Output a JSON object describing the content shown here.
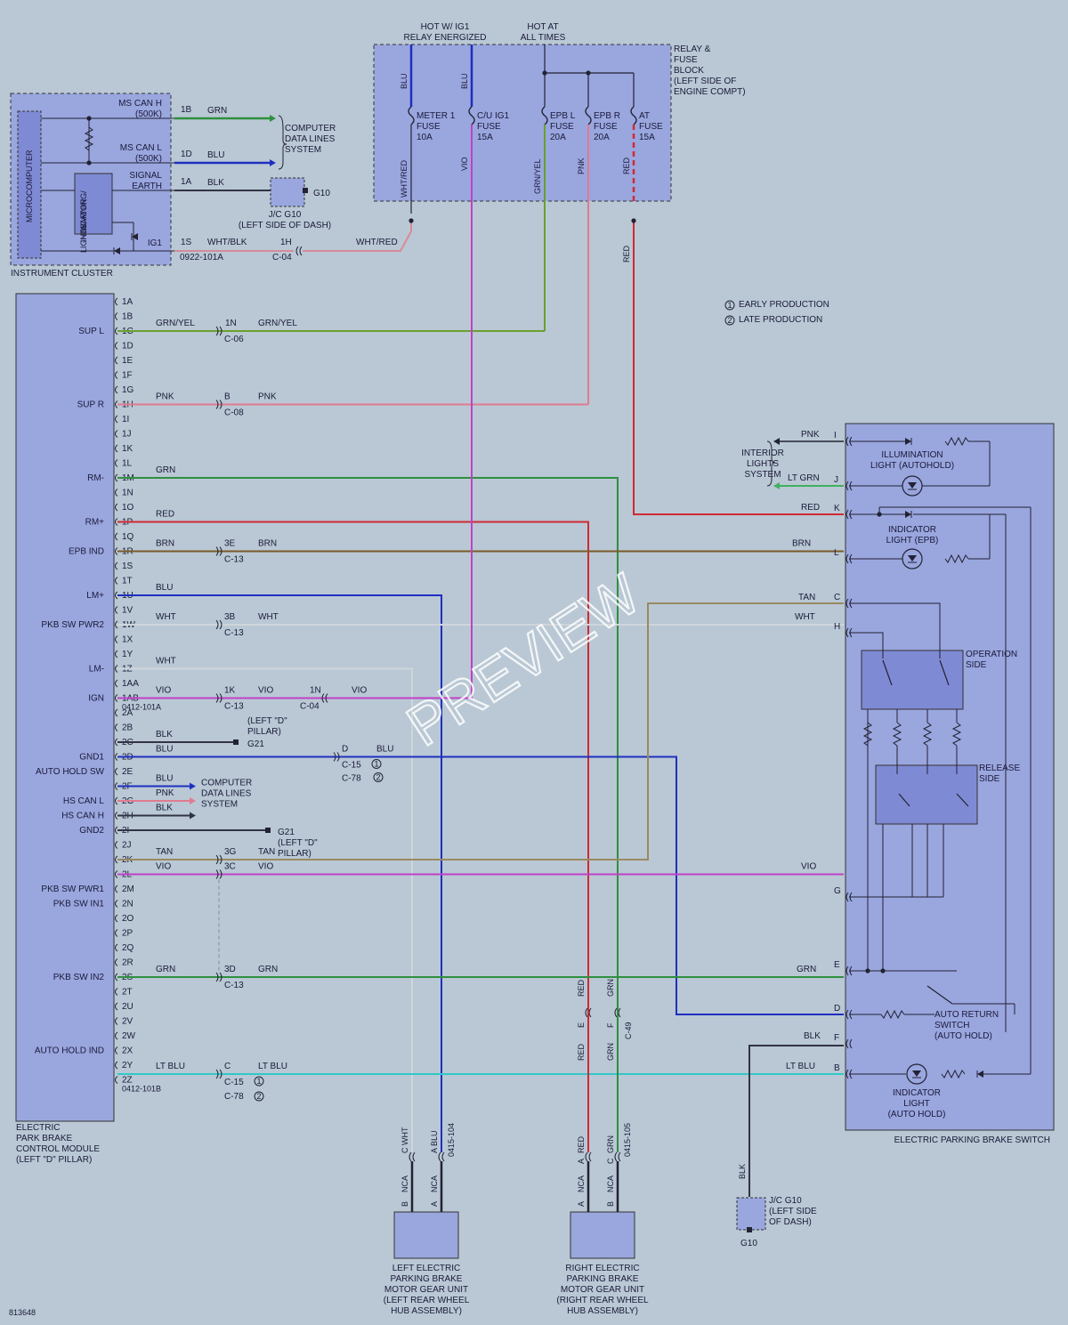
{
  "top_labels": {
    "hot_ig1": "HOT W/ IG1",
    "relay_energized": "RELAY ENERGIZED",
    "hot_at": "HOT AT",
    "all_times": "ALL TIMES"
  },
  "relay_block": {
    "lines": [
      "RELAY &",
      "FUSE",
      "BLOCK",
      "(LEFT SIDE OF",
      "ENGINE COMPT)"
    ]
  },
  "fuses": [
    {
      "name": [
        "METER 1",
        "FUSE",
        "10A"
      ],
      "in_color": "BLU",
      "out_color": "WHT/RED"
    },
    {
      "name": [
        "C/U IG1",
        "FUSE",
        "15A"
      ],
      "in_color": "BLU",
      "out_color": "VIO"
    },
    {
      "name": [
        "EPB L",
        "FUSE",
        "20A"
      ],
      "out_color": "GRN/YEL"
    },
    {
      "name": [
        "EPB R",
        "FUSE",
        "20A"
      ],
      "out_color": "PNK"
    },
    {
      "name": [
        "AT",
        "FUSE",
        "15A"
      ],
      "out_color": "RED"
    }
  ],
  "legend": {
    "early": "EARLY PRODUCTION",
    "late": "LATE PRODUCTION",
    "n1": "1",
    "n2": "2"
  },
  "cluster": {
    "title": "INSTRUMENT CLUSTER",
    "micro": "MICROCOMPUTER",
    "warning": [
      "WARNING/",
      "INDICATOR",
      "LIGHTS"
    ],
    "rows": [
      {
        "label": [
          "MS CAN H",
          "(500K)"
        ],
        "pin": "1B",
        "color": "GRN"
      },
      {
        "label": [
          "MS CAN L",
          "(500K)"
        ],
        "pin": "1D",
        "color": "BLU"
      },
      {
        "label": [
          "SIGNAL",
          "EARTH"
        ],
        "pin": "1A",
        "color": "BLK"
      },
      {
        "label": [
          "IG1"
        ],
        "pin": "1S",
        "color": "WHT/BLK"
      }
    ],
    "conn1": "0922-101A",
    "c04_pin": "1H",
    "c04": "C-04",
    "c04_out": "WHT/RED",
    "computer_data": [
      "COMPUTER",
      "DATA LINES",
      "SYSTEM"
    ],
    "g10_label": "G10",
    "g10_desc": [
      "J/C G10",
      "(LEFT SIDE OF DASH)"
    ]
  },
  "ecm": {
    "title": [
      "ELECTRIC",
      "PARK BRAKE",
      "CONTROL MODULE",
      "(LEFT \"D\" PILLAR)"
    ],
    "conn_a": "0412-101A",
    "conn_b": "0412-101B",
    "pins": [
      "1A",
      "1B",
      "1C",
      "1D",
      "1E",
      "1F",
      "1G",
      "1H",
      "1I",
      "1J",
      "1K",
      "1L",
      "1M",
      "1N",
      "1O",
      "1P",
      "1Q",
      "1R",
      "1S",
      "1T",
      "1U",
      "1V",
      "1W",
      "1X",
      "1Y",
      "1Z",
      "1AA",
      "1AB",
      "2A",
      "2B",
      "2C",
      "2D",
      "2E",
      "2F",
      "2G",
      "2H",
      "2I",
      "2J",
      "2K",
      "2L",
      "2M",
      "2N",
      "2O",
      "2P",
      "2Q",
      "2R",
      "2S",
      "2T",
      "2U",
      "2V",
      "2W",
      "2X",
      "2Y",
      "2Z"
    ],
    "signals": [
      {
        "name": "SUP L",
        "pin": 2
      },
      {
        "name": "SUP R",
        "pin": 7
      },
      {
        "name": "RM-",
        "pin": 12
      },
      {
        "name": "RM+",
        "pin": 15
      },
      {
        "name": "EPB IND",
        "pin": 17
      },
      {
        "name": "LM+",
        "pin": 20
      },
      {
        "name": "PKB SW PWR2",
        "pin": 22
      },
      {
        "name": "LM-",
        "pin": 25
      },
      {
        "name": "IGN",
        "pin": 27
      },
      {
        "name": "GND1",
        "pin": 31
      },
      {
        "name": "AUTO HOLD SW",
        "pin": 32
      },
      {
        "name": "HS CAN L",
        "pin": 34
      },
      {
        "name": "HS CAN H",
        "pin": 35
      },
      {
        "name": "GND2",
        "pin": 36
      },
      {
        "name": "PKB SW PWR1",
        "pin": 40
      },
      {
        "name": "PKB SW IN1",
        "pin": 41
      },
      {
        "name": "PKB SW IN2",
        "pin": 46
      },
      {
        "name": "AUTO HOLD IND",
        "pin": 51
      }
    ]
  },
  "wires": {
    "grnyel": "GRN/YEL",
    "pnk": "PNK",
    "grn": "GRN",
    "red": "RED",
    "brn": "BRN",
    "blu": "BLU",
    "wht": "WHT",
    "vio": "VIO",
    "blk": "BLK",
    "tan": "TAN",
    "ltblu": "LT BLU",
    "ltgrn": "LT GRN"
  },
  "connectors": {
    "c06": "C-06",
    "c06_pin": "1N",
    "c08": "C-08",
    "c08_pin": "B",
    "c13": "C-13",
    "c13_3e": "3E",
    "c13_3b": "3B",
    "c13_1k": "1K",
    "c04_1n": "1N",
    "c04": "C-04",
    "c13_3g": "3G",
    "c13_3c": "3C",
    "c13_3d": "3D",
    "c15": "C-15",
    "c78": "C-78",
    "d_pin": "D",
    "c_pin": "C",
    "c49": "C-49",
    "e_pin": "E",
    "f_pin": "F",
    "c0415_104": "0415-104",
    "c0415_105": "0415-105",
    "gnd_g21": "G21",
    "pillar": [
      "(LEFT \"D\"",
      "PILLAR)"
    ],
    "computer_data": [
      "COMPUTER",
      "DATA LINES",
      "SYSTEM"
    ]
  },
  "motors": {
    "left": [
      "LEFT ELECTRIC",
      "PARKING BRAKE",
      "MOTOR GEAR UNIT",
      "(LEFT REAR WHEEL",
      "HUB ASSEMBLY)"
    ],
    "right": [
      "RIGHT ELECTRIC",
      "PARKING BRAKE",
      "MOTOR GEAR UNIT",
      "(RIGHT REAR WHEEL",
      "HUB ASSEMBLY)"
    ],
    "nca": "NCA",
    "pin_a": "A",
    "pin_b": "B",
    "pin_c": "C"
  },
  "switch": {
    "title": "ELECTRIC PARKING BRAKE SWITCH",
    "interior": [
      "INTERIOR",
      "LIGHTS",
      "SYSTEM"
    ],
    "illum": [
      "ILLUMINATION",
      "LIGHT (AUTOHOLD)"
    ],
    "ind_epb": [
      "INDICATOR",
      "LIGHT (EPB)"
    ],
    "op_side": [
      "OPERATION",
      "SIDE"
    ],
    "rel_side": [
      "RELEASE",
      "SIDE"
    ],
    "auto_return": [
      "AUTO RETURN",
      "SWITCH",
      "(AUTO HOLD)"
    ],
    "ind_auto": [
      "INDICATOR",
      "LIGHT",
      "(AUTO HOLD)"
    ],
    "pins": [
      "I",
      "J",
      "K",
      "L",
      "C",
      "H",
      "G",
      "E",
      "D",
      "F",
      "B"
    ]
  },
  "g10_bottom": {
    "label": [
      "J/C G10",
      "(LEFT SIDE",
      "OF DASH)"
    ],
    "g10": "G10",
    "blk": "BLK"
  },
  "diagram_id": "813648",
  "watermark": "PREVIEW"
}
